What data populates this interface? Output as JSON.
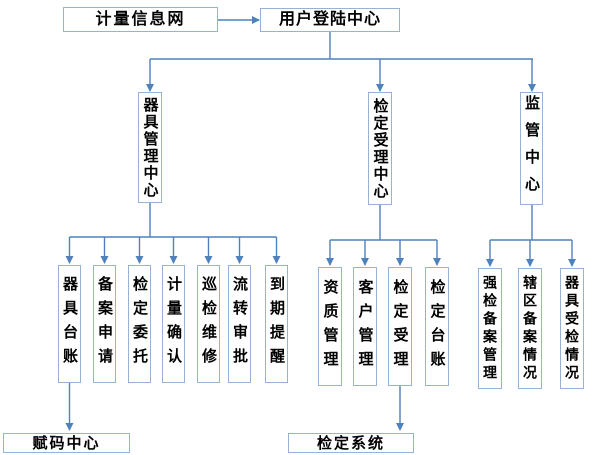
{
  "nodes": {
    "info_net": "计量信息网",
    "login_center": "用户登陆中心",
    "instrument_mgmt_center": "器具管理中心",
    "verification_acceptance_center": "检定受理中心",
    "supervision_center": "监管中心",
    "instrument_group": [
      "器具台账",
      "备案申请",
      "检定委托",
      "计量确认",
      "巡检维修",
      "流转审批",
      "到期提醒"
    ],
    "acceptance_group": [
      "资质管理",
      "客户管理",
      "检定受理",
      "检定台账"
    ],
    "supervision_group": [
      "强检备案管理",
      "辖区备案情况",
      "器具受检情况"
    ],
    "coding_center": "赋码中心",
    "verification_system": "检定系统"
  },
  "colors": {
    "box_border": "#95b3d7",
    "connector": "#4f81bd",
    "text_color": "#000000"
  }
}
